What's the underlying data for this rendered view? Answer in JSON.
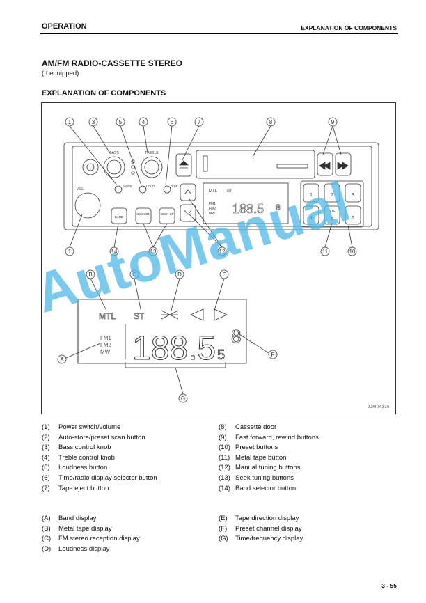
{
  "header": {
    "left": "OPERATION",
    "right": "EXPLANATION OF COMPONENTS"
  },
  "title": "AM/FM RADIO-CASSETTE STEREO",
  "subtitle": "(If equipped)",
  "section": "EXPLANATION OF COMPONENTS",
  "figure": {
    "code": "9JM04336",
    "callouts_top": [
      "1",
      "3",
      "5",
      "4",
      "6",
      "7",
      "8",
      "9"
    ],
    "callouts_bottom": [
      "1",
      "14",
      "13",
      "12",
      "11",
      "10"
    ],
    "callouts_letters": [
      "B",
      "C",
      "D",
      "E",
      "A",
      "F",
      "G"
    ],
    "knob_labels": {
      "vol": "VOL",
      "bass": "BASS",
      "treble": "TREBLE"
    },
    "button_labels": {
      "as_ps": "AS/PS",
      "loud": "LOUD",
      "disp": "DISP",
      "band": "BAND",
      "seek_dn": "SEEK DN",
      "seek_up": "SEEK UP",
      "mtl": "MTL"
    },
    "preset_numbers": [
      "1",
      "2",
      "3",
      "4",
      "5",
      "6"
    ],
    "display": {
      "mtl": "MTL",
      "st": "ST",
      "fm1": "FM1",
      "fm2": "FM2",
      "mw": "MW",
      "freq": "188.5",
      "freq_sub": "5",
      "channel": "8"
    }
  },
  "legend_left": [
    {
      "key": "(1)",
      "label": "Power switch/volume"
    },
    {
      "key": "(2)",
      "label": "Auto-store/preset scan button"
    },
    {
      "key": "(3)",
      "label": "Bass control knob"
    },
    {
      "key": "(4)",
      "label": "Treble control knob"
    },
    {
      "key": "(5)",
      "label": "Loudness button"
    },
    {
      "key": "(6)",
      "label": "Time/radio display selector button"
    },
    {
      "key": "(7)",
      "label": "Tape eject button"
    }
  ],
  "legend_right": [
    {
      "key": "(8)",
      "label": "Cassette door"
    },
    {
      "key": "(9)",
      "label": "Fast forward, rewind buttons"
    },
    {
      "key": "(10)",
      "label": "Preset buttons"
    },
    {
      "key": "(11)",
      "label": "Metal tape button"
    },
    {
      "key": "(12)",
      "label": "Manual tuning buttons"
    },
    {
      "key": "(13)",
      "label": "Seek tuning buttons"
    },
    {
      "key": "(14)",
      "label": "Band selector button"
    }
  ],
  "legend2_left": [
    {
      "key": "(A)",
      "label": "Band display"
    },
    {
      "key": "(B)",
      "label": "Metal tape display"
    },
    {
      "key": "(C)",
      "label": "FM stereo reception display"
    },
    {
      "key": "(D)",
      "label": "Loudness display"
    }
  ],
  "legend2_right": [
    {
      "key": "(E)",
      "label": "Tape direction display"
    },
    {
      "key": "(F)",
      "label": "Preset channel display"
    },
    {
      "key": "(G)",
      "label": "Time/frequency display"
    }
  ],
  "page_number": "3 - 55",
  "watermark": "AutoManual"
}
